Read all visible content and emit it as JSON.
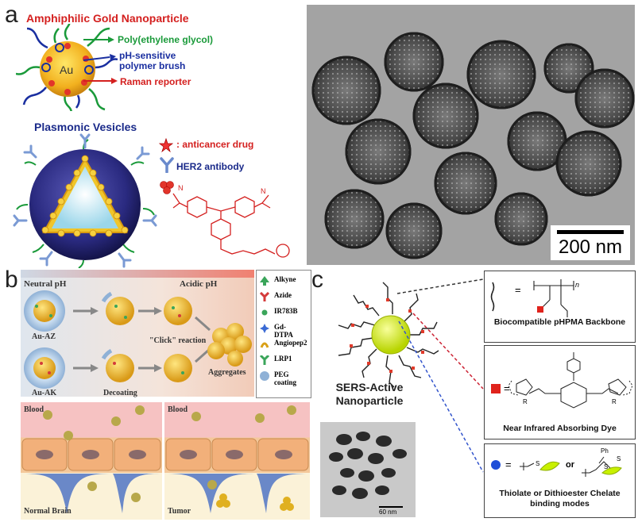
{
  "panel_a": {
    "letter": "a",
    "title": "Amphiphilic Gold Nanoparticle",
    "np_core": "Au",
    "legend_peg": "Poly(ethylene glycol)",
    "legend_brush": "pH-sensitive polymer brush",
    "legend_raman": "Raman reporter",
    "vesicle_title": "Plasmonic Vesicles",
    "legend_drug": ": anticancer drug",
    "legend_antibody": "HER2 antibody",
    "tem_scalebar": "200 nm",
    "colors": {
      "title_red": "#d4201f",
      "peg_green": "#1a9a3a",
      "brush_blue": "#1a2fa0",
      "vesicle_blue": "#1a2a8a"
    }
  },
  "panel_b": {
    "letter": "b",
    "neutral_ph": "Neutral pH",
    "acidic_ph": "Acidic pH",
    "au_az": "Au-AZ",
    "au_ak": "Au-AK",
    "decoating": "Decoating",
    "click_reaction": "\"Click\" reaction",
    "aggregates": "Aggregates",
    "legend": [
      "Alkyne",
      "Azide",
      "IR783B",
      "Gd-DTPA",
      "Angiopep2",
      "LRP1",
      "PEG coating"
    ],
    "blood_left": "Blood",
    "blood_right": "Blood",
    "normal_brain": "Normal Brain",
    "tumor": "Tumor"
  },
  "panel_c": {
    "letter": "c",
    "sers_title": "SERS-Active Nanoparticle",
    "tem_scalebar": "60 nm",
    "box1_caption": "Biocompatible pHPMA Backbone",
    "box2_caption": "Near Infrared Absorbing Dye",
    "box3_caption": "Thiolate or Dithioester Chelate binding modes",
    "equals": "=",
    "or": "or",
    "chem_ph": "Ph",
    "chem_s": "S",
    "chem_n": "n",
    "chem_r": "R"
  }
}
